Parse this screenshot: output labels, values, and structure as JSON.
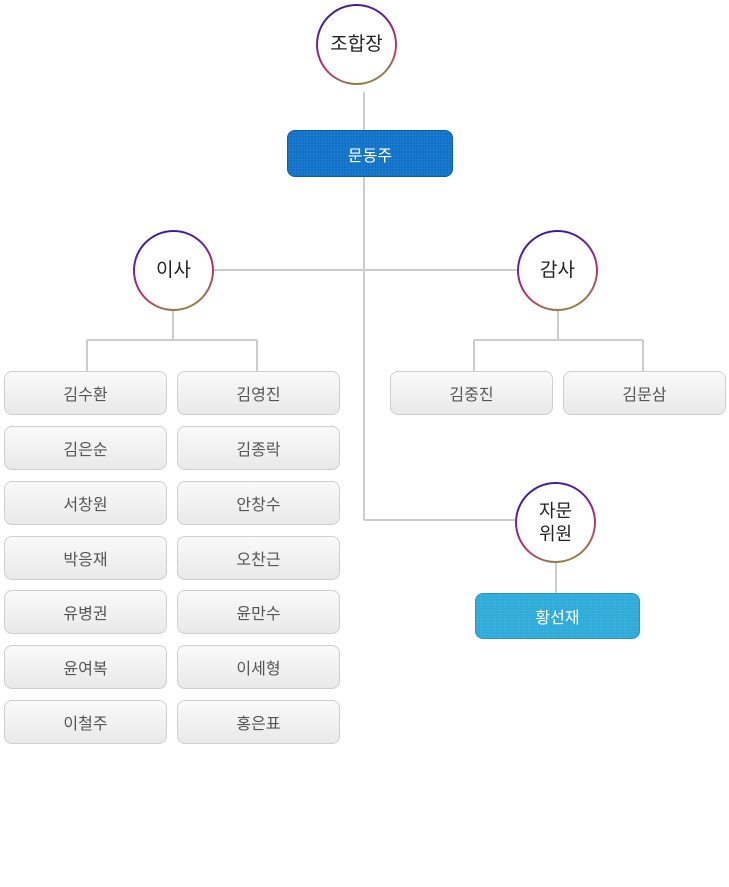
{
  "chairman": {
    "title": "조합장",
    "name": "문동주"
  },
  "directors": {
    "title": "이사",
    "left": [
      "김수환",
      "김은순",
      "서창원",
      "박응재",
      "유병권",
      "윤여복",
      "이철주"
    ],
    "right": [
      "김영진",
      "김종락",
      "안창수",
      "오찬근",
      "윤만수",
      "이세형",
      "홍은표"
    ]
  },
  "auditors": {
    "title": "감사",
    "members": [
      "김중진",
      "김문삼"
    ]
  },
  "advisors": {
    "title": "자문\n위원",
    "name": "황선재"
  },
  "colors": {
    "chairman_pill": "#0a6ec6",
    "advisor_pill": "#2aa9d8",
    "connector": "#cccccc"
  }
}
